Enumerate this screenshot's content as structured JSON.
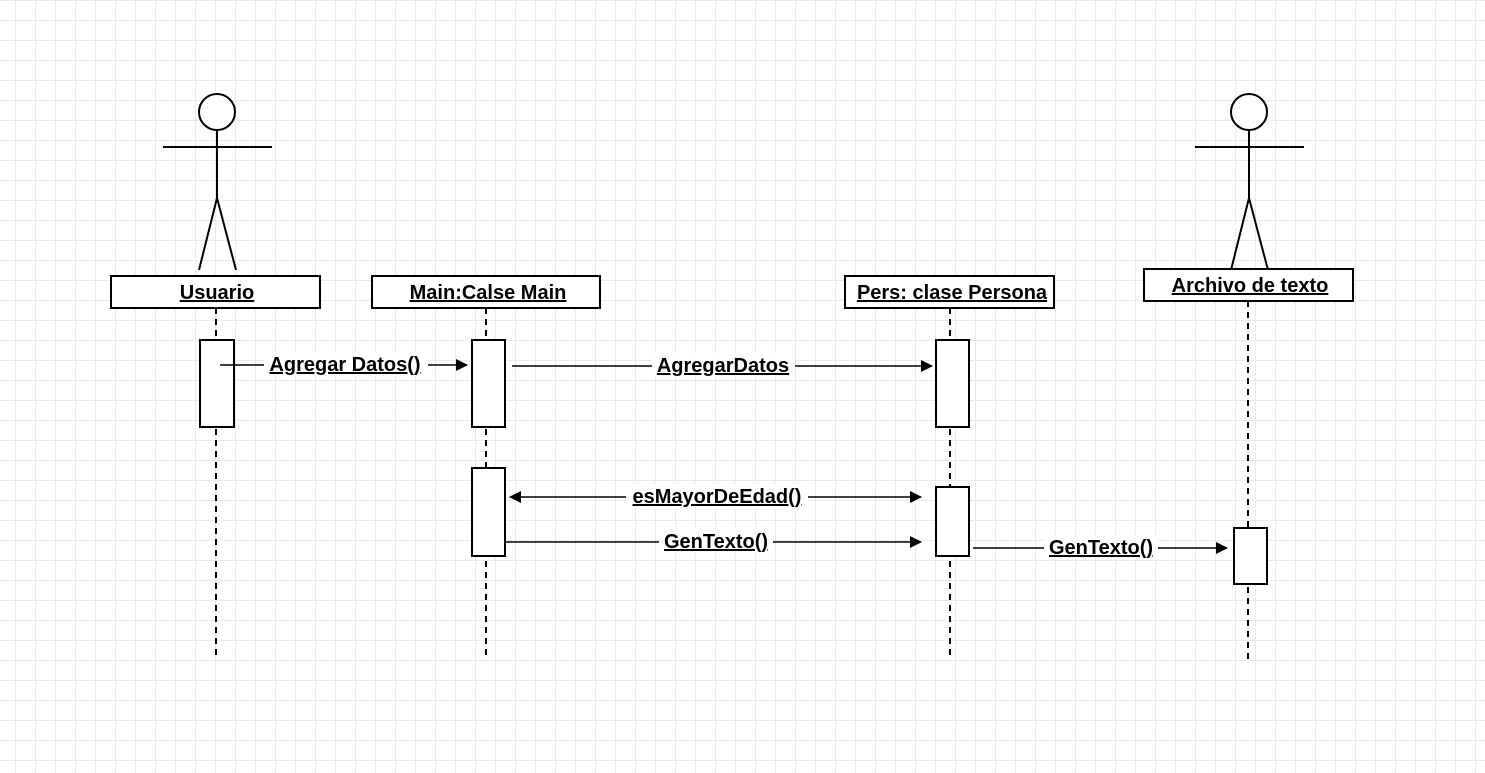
{
  "diagram": {
    "participants": {
      "usuario": "Usuario",
      "main": "Main:Calse Main",
      "pers": "Pers: clase Persona",
      "archivo": "Archivo de texto"
    },
    "messages": {
      "agregar_datos_1": "Agregar Datos()",
      "agregar_datos_2": "AgregarDatos",
      "es_mayor": "esMayorDeEdad()",
      "gen_texto_1": "GenTexto()",
      "gen_texto_2": "GenTexto()"
    }
  }
}
